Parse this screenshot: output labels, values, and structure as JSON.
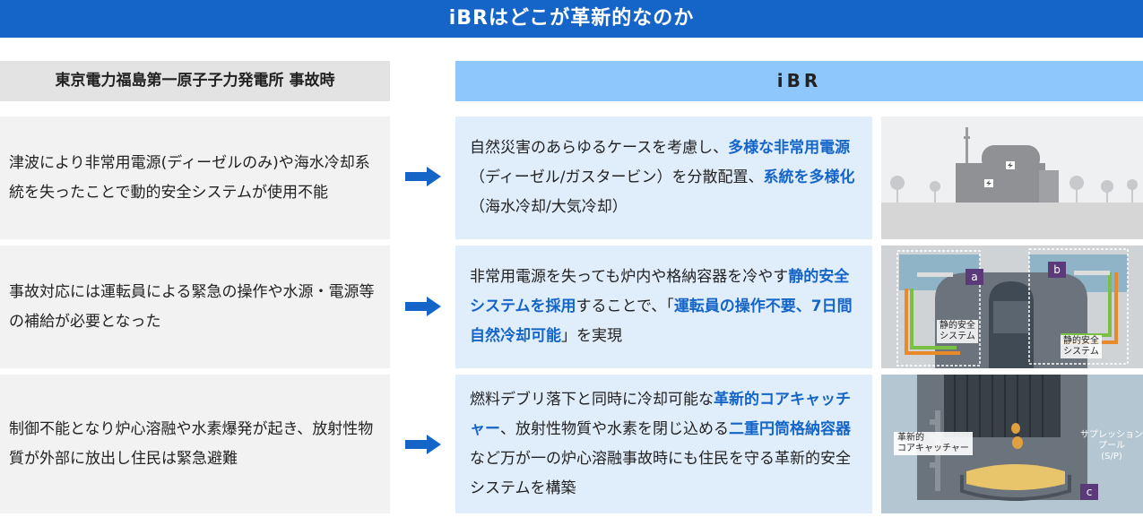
{
  "title": "iBRはどこが革新的なのか",
  "left_header": "東京電力福島第一原子子力発電所  事故時",
  "right_header": "iBR",
  "rows": [
    {
      "left": "津波により非常用電源(ディーゼルのみ)や海水冷却系統を失ったことで動的安全システムが使用不能",
      "right": [
        {
          "t": "自然災害のあらゆるケースを考慮し、"
        },
        {
          "t": "多様な非常用電源",
          "hl": true
        },
        {
          "t": "（ディーゼル/ガスタービン）を分散配置、"
        },
        {
          "t": "系統を多様化",
          "hl": true
        },
        {
          "t": "（海水冷却/大気冷却）"
        }
      ]
    },
    {
      "left": "事故対応には運転員による緊急の操作や水源・電源等の補給が必要となった",
      "right": [
        {
          "t": "非常用電源を失っても炉内や格納容器を冷やす"
        },
        {
          "t": "静的安全システムを採用",
          "hl": true
        },
        {
          "t": "することで、「"
        },
        {
          "t": "運転員の操作不要、7日間自然冷却可能",
          "hl": true
        },
        {
          "t": "」を実現"
        }
      ]
    },
    {
      "left": "制御不能となり炉心溶融や水素爆発が起き、放射性物質が外部に放出し住民は緊急避難",
      "right": [
        {
          "t": "燃料デブリ落下と同時に冷却可能な"
        },
        {
          "t": "革新的コアキャッチャー",
          "hl": true
        },
        {
          "t": "、放射性物質や水素を閉じ込める"
        },
        {
          "t": "二重円筒格納容器",
          "hl": true
        },
        {
          "t": "など万が一の炉心溶融事故時にも住民を守る革新的安全システムを構築"
        }
      ]
    }
  ],
  "diagram2": {
    "tag_a": "a",
    "tag_b": "b",
    "label_left": "静的安全\nシステム",
    "label_right": "静的安全\nシステム"
  },
  "diagram3": {
    "tag_c": "c",
    "label_core": "革新的\nコアキャッチャー",
    "label_pool": "サプレッション\nプール\n(S/P)"
  },
  "colors": {
    "banner": "#1565c8",
    "highlight": "#1565c8",
    "right_header": "#8ec7fb",
    "arrow": "#1565c8"
  }
}
